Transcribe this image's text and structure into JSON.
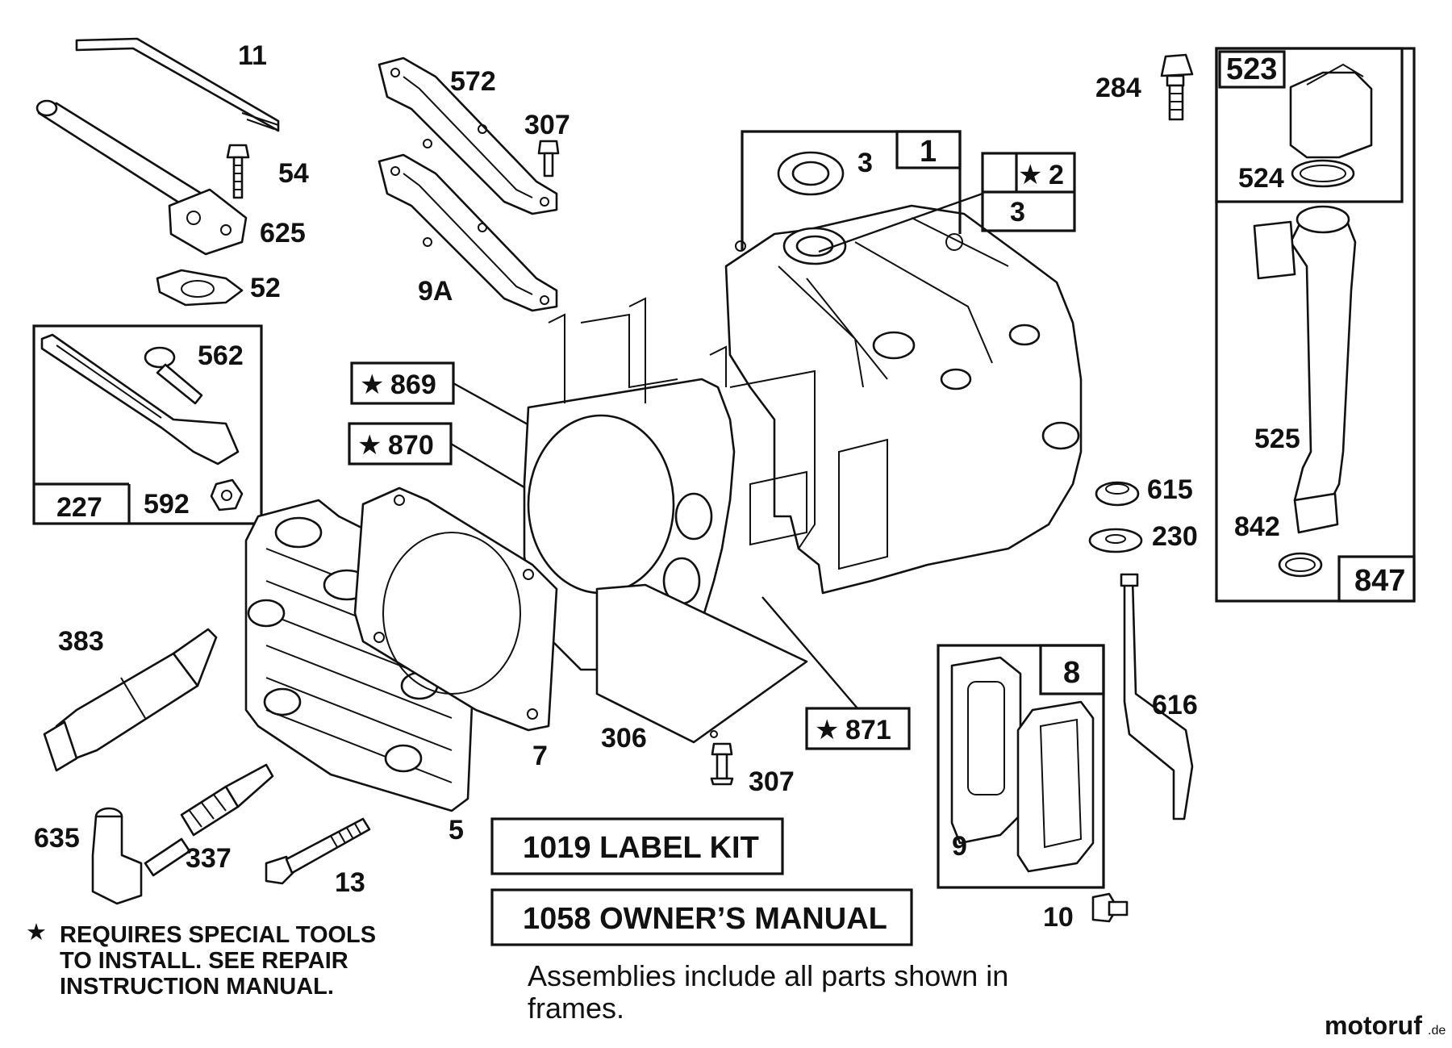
{
  "callouts": {
    "c11": "11",
    "c54": "54",
    "c625": "625",
    "c52": "52",
    "c572": "572",
    "c307a": "307",
    "c9A": "9A",
    "c284": "284",
    "c3a": "3",
    "c1": "1",
    "c2": "2",
    "c3b": "3",
    "c523": "523",
    "c524": "524",
    "c525": "525",
    "c842": "842",
    "c847": "847",
    "c562": "562",
    "c227": "227",
    "c592": "592",
    "c869": "869",
    "c870": "870",
    "c871": "871",
    "c615": "615",
    "c230": "230",
    "c616": "616",
    "c383": "383",
    "c7": "7",
    "c306": "306",
    "c307b": "307",
    "c8": "8",
    "c9": "9",
    "c10": "10",
    "c635": "635",
    "c337": "337",
    "c13": "13",
    "c5": "5"
  },
  "star_symbol": "★",
  "kits": {
    "label_kit": "1019 LABEL KIT",
    "owners_manual": "1058 OWNER’S MANUAL"
  },
  "special_tools_note": {
    "line1": "REQUIRES SPECIAL TOOLS",
    "line2": "TO INSTALL.  SEE REPAIR",
    "line3": "INSTRUCTION MANUAL."
  },
  "assemblies_note": {
    "line1": "Assemblies include all parts shown in",
    "line2": "frames."
  },
  "watermark": {
    "brand": "motoruf",
    "tld": ".de",
    "color": "#1f4f8a",
    "accent": "#d48a1a"
  },
  "icons": [
    "star-icon"
  ]
}
